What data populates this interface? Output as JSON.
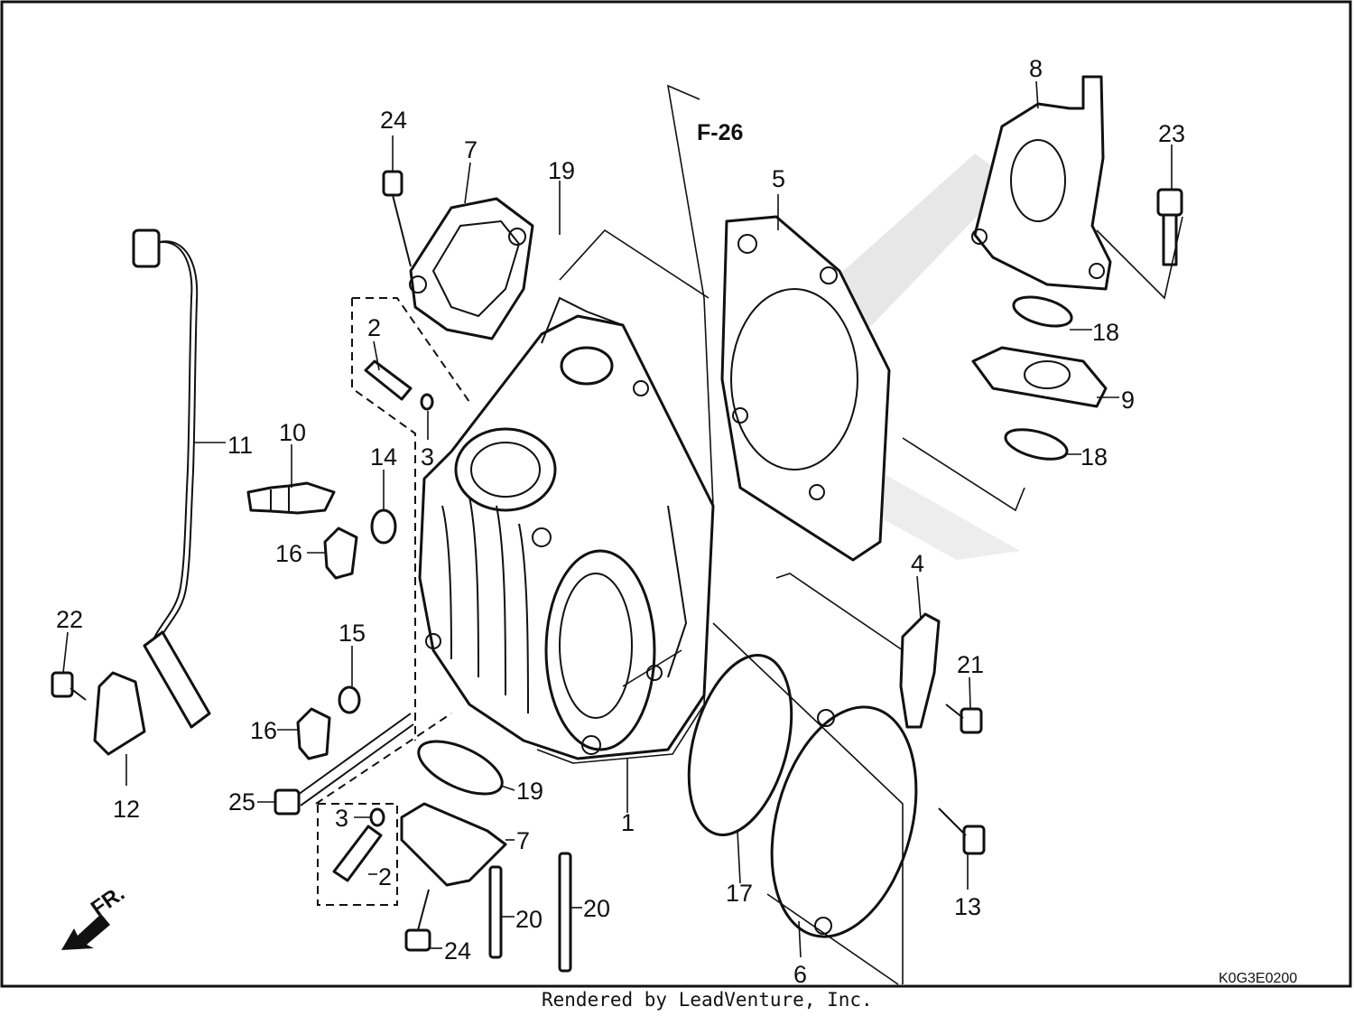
{
  "callouts": [
    {
      "id": "c1",
      "text": "1"
    },
    {
      "id": "c2a",
      "text": "2"
    },
    {
      "id": "c2b",
      "text": "2"
    },
    {
      "id": "c3a",
      "text": "3"
    },
    {
      "id": "c3b",
      "text": "3"
    },
    {
      "id": "c4",
      "text": "4"
    },
    {
      "id": "c5",
      "text": "5"
    },
    {
      "id": "c6",
      "text": "6"
    },
    {
      "id": "c7a",
      "text": "7"
    },
    {
      "id": "c7b",
      "text": "7"
    },
    {
      "id": "c8",
      "text": "8"
    },
    {
      "id": "c9",
      "text": "9"
    },
    {
      "id": "c10",
      "text": "10"
    },
    {
      "id": "c11",
      "text": "11"
    },
    {
      "id": "c12",
      "text": "12"
    },
    {
      "id": "c13",
      "text": "13"
    },
    {
      "id": "c14",
      "text": "14"
    },
    {
      "id": "c15",
      "text": "15"
    },
    {
      "id": "c16a",
      "text": "16"
    },
    {
      "id": "c16b",
      "text": "16"
    },
    {
      "id": "c17",
      "text": "17"
    },
    {
      "id": "c18a",
      "text": "18"
    },
    {
      "id": "c18b",
      "text": "18"
    },
    {
      "id": "c19a",
      "text": "19"
    },
    {
      "id": "c19b",
      "text": "19"
    },
    {
      "id": "c20a",
      "text": "20"
    },
    {
      "id": "c20b",
      "text": "20"
    },
    {
      "id": "c21",
      "text": "21"
    },
    {
      "id": "c22",
      "text": "22"
    },
    {
      "id": "c23",
      "text": "23"
    },
    {
      "id": "c24a",
      "text": "24"
    },
    {
      "id": "c24b",
      "text": "24"
    },
    {
      "id": "c25",
      "text": "25"
    }
  ],
  "section_ref": "F-26",
  "direction_label": "FR.",
  "diagram_code": "K0G3E0200",
  "footer": "Rendered by LeadVenture, Inc."
}
